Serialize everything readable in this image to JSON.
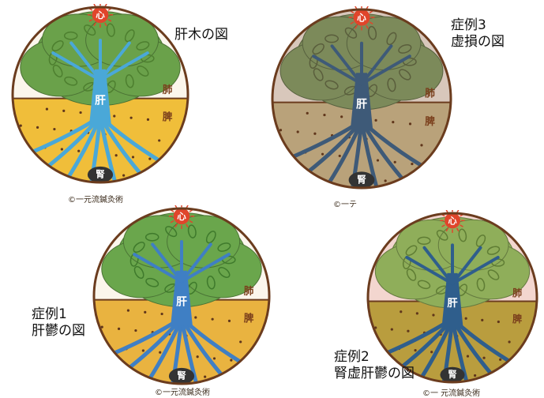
{
  "panels": [
    {
      "organs": {
        "heart": "心",
        "liver": "肝",
        "lung": "肺",
        "spleen": "脾",
        "kidney": "腎"
      },
      "title_lines": [
        "肝木の図"
      ],
      "copyright": "©一元流鍼灸術",
      "colors": {
        "bg": "#fbf6ec",
        "canopy": "#6aa14a",
        "leaf": "#4d7f2f",
        "trunk": "#4aa8d8",
        "soil": "#f0be3a",
        "outline": "#6b3c1e"
      }
    },
    {
      "organs": {
        "heart": "心",
        "liver": "肝",
        "lung": "肺",
        "spleen": "脾",
        "kidney": "腎"
      },
      "title_lines": [
        "症例3",
        "虚損の図"
      ],
      "copyright": "©一テ",
      "colors": {
        "bg": "#d8c7bb",
        "canopy": "#7c8a5a",
        "leaf": "#5a5e3c",
        "trunk": "#3e5a78",
        "soil": "#b9a27a",
        "outline": "#6b3c1e"
      }
    },
    {
      "organs": {
        "heart": "心",
        "liver": "肝",
        "lung": "肺",
        "spleen": "脾",
        "kidney": "腎"
      },
      "title_lines": [
        "症例1",
        "肝鬱の図"
      ],
      "copyright": "©一元流鍼灸術",
      "colors": {
        "bg": "#fbf6ec",
        "canopy": "#6aa64c",
        "leaf": "#3f7a2c",
        "trunk": "#3f7fc4",
        "soil": "#e9b340",
        "outline": "#6b3c1e"
      }
    },
    {
      "organs": {
        "heart": "心",
        "liver": "肝",
        "lung": "肺",
        "spleen": "脾",
        "kidney": "腎"
      },
      "title_lines": [
        "症例2",
        "腎虚肝鬱の図"
      ],
      "copyright": "©一 元流鍼灸術",
      "colors": {
        "bg": "#f3d6cf",
        "canopy": "#8fae5a",
        "leaf": "#5f7d34",
        "trunk": "#2f5e8c",
        "soil": "#b99d3e",
        "outline": "#6b3c1e"
      }
    }
  ]
}
